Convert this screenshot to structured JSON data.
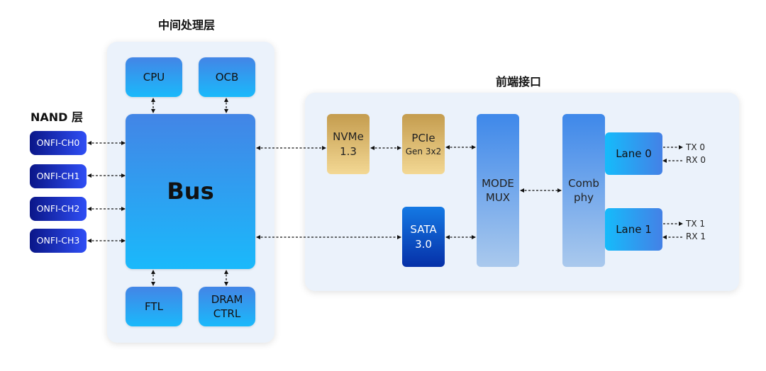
{
  "sections": {
    "nand": "NAND 层",
    "middle": "中间处理层",
    "frontend": "前端接口"
  },
  "nand_channels": [
    "ONFI-CH0",
    "ONFI-CH1",
    "ONFI-CH2",
    "ONFI-CH3"
  ],
  "middle": {
    "cpu": "CPU",
    "ocb": "OCB",
    "bus": "Bus",
    "ftl": "FTL",
    "dram_line1": "DRAM",
    "dram_line2": "CTRL"
  },
  "frontend": {
    "nvme_line1": "NVMe",
    "nvme_line2": "1.3",
    "pcie_line1": "PCIe",
    "pcie_line2": "Gen 3x2",
    "sata_line1": "SATA",
    "sata_line2": "3.0",
    "mux_line1": "MODE",
    "mux_line2": "MUX",
    "comb_line1": "Comb",
    "comb_line2": "phy",
    "lane0": "Lane 0",
    "lane1": "Lane 1",
    "tx0": "TX 0",
    "rx0": "RX 0",
    "tx1": "TX 1",
    "rx1": "RX 1"
  },
  "colors": {
    "panel_bg": "#ebf2fb",
    "blue_top": "#4385e6",
    "blue_bottom": "#1ab9fb",
    "nand_dark": "#0a1688",
    "nand_light": "#2f4ef5",
    "gold_top": "#c49c4e",
    "gold_bottom": "#f3d894",
    "sata_top": "#1479e4",
    "sata_bottom": "#0630a8"
  }
}
